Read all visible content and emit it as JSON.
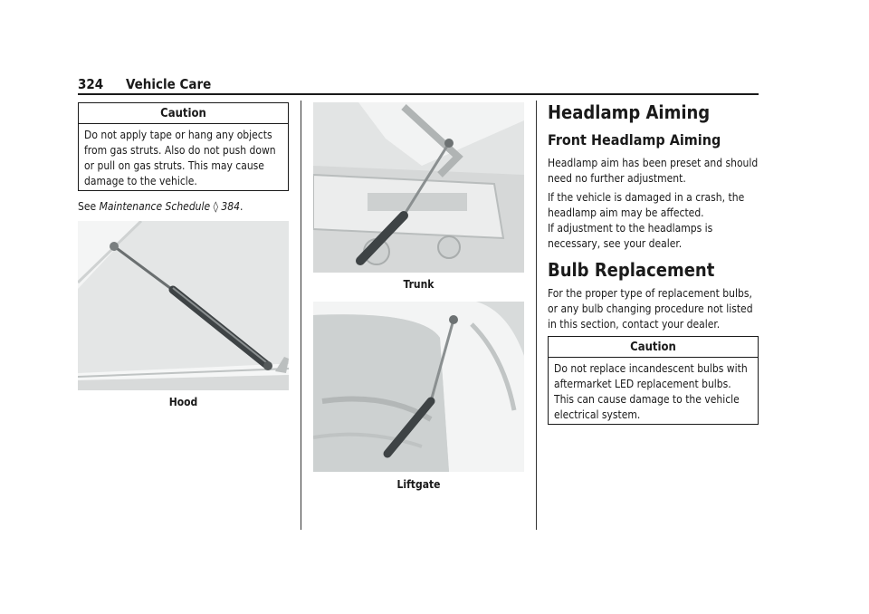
{
  "header": {
    "page_number": "324",
    "section_title": "Vehicle Care"
  },
  "col1": {
    "caution": {
      "title": "Caution",
      "body": "Do not apply tape or hang any objects from gas struts. Also do not push down or pull on gas struts. This may cause damage to the vehicle."
    },
    "see_prefix": "See ",
    "see_link": "Maintenance Schedule",
    "see_arrow": "◊",
    "see_page": "384",
    "see_suffix": ".",
    "figure_caption": "Hood"
  },
  "col2": {
    "trunk_caption": "Trunk",
    "liftgate_caption": "Liftgate"
  },
  "col3": {
    "heading_main": "Headlamp Aiming",
    "heading_sub": "Front Headlamp Aiming",
    "para1": "Headlamp aim has been preset and should need no further adjustment.",
    "para2a": "If the vehicle is damaged in a crash, the headlamp aim may be affected.",
    "para2b": "If adjustment to the headlamps is necessary, see your dealer.",
    "heading_bulb": "Bulb Replacement",
    "para3": "For the proper type of replacement bulbs, or any bulb changing procedure not listed in this section, contact your dealer.",
    "caution": {
      "title": "Caution",
      "body": "Do not replace incandescent bulbs with aftermarket LED replacement bulbs. This can cause damage to the vehicle electrical system."
    }
  }
}
